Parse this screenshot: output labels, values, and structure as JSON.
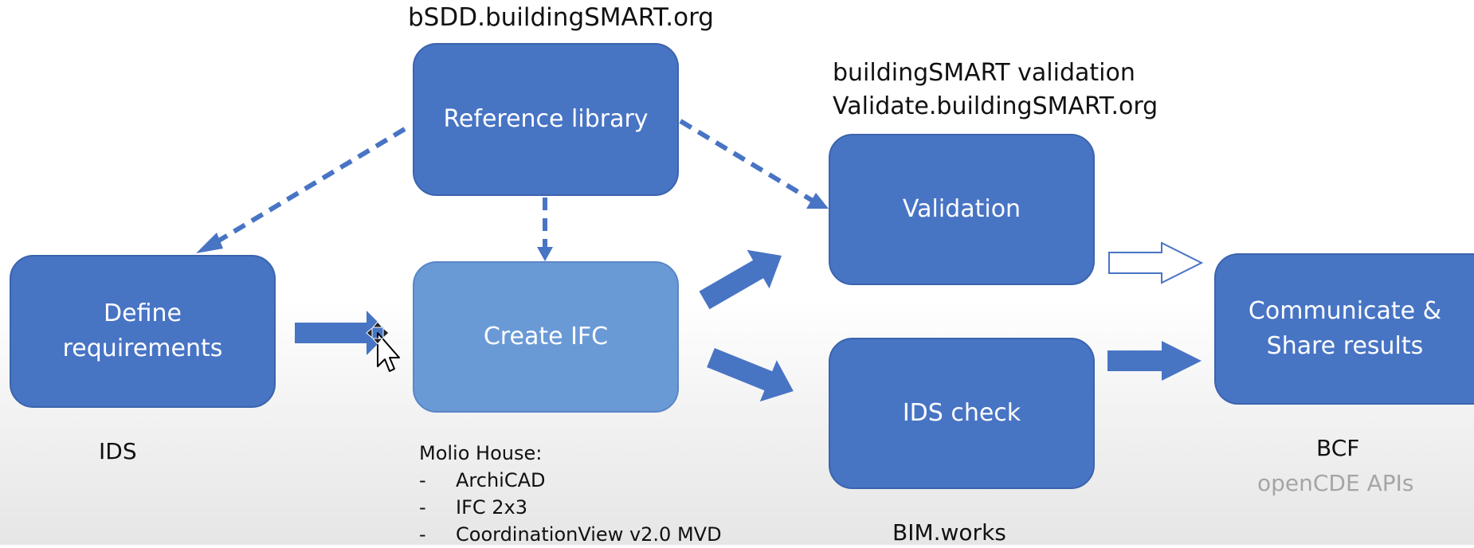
{
  "boxes": {
    "reference_library": "Reference library",
    "define_requirements": [
      "Define",
      "requirements"
    ],
    "create_ifc": "Create IFC",
    "validation": "Validation",
    "ids_check": "IDS check",
    "communicate": [
      "Communicate &",
      "Share results"
    ]
  },
  "labels": {
    "bsdd": "bSDD.buildingSMART.org",
    "bs_validation": "buildingSMART validation",
    "validate_url": "Validate.buildingSMART.org",
    "ids": "IDS",
    "bcf": "BCF",
    "opencde": "openCDE APIs",
    "bimworks": "BIM.works"
  },
  "molio": {
    "title": "Molio House:",
    "items": [
      "ArchiCAD",
      "IFC 2x3",
      "CoordinationView v2.0 MVD"
    ],
    "bullet": "-"
  },
  "colors": {
    "box": "#4874c4",
    "box_highlight": "#6a9ad6",
    "arrow": "#4874c4"
  }
}
